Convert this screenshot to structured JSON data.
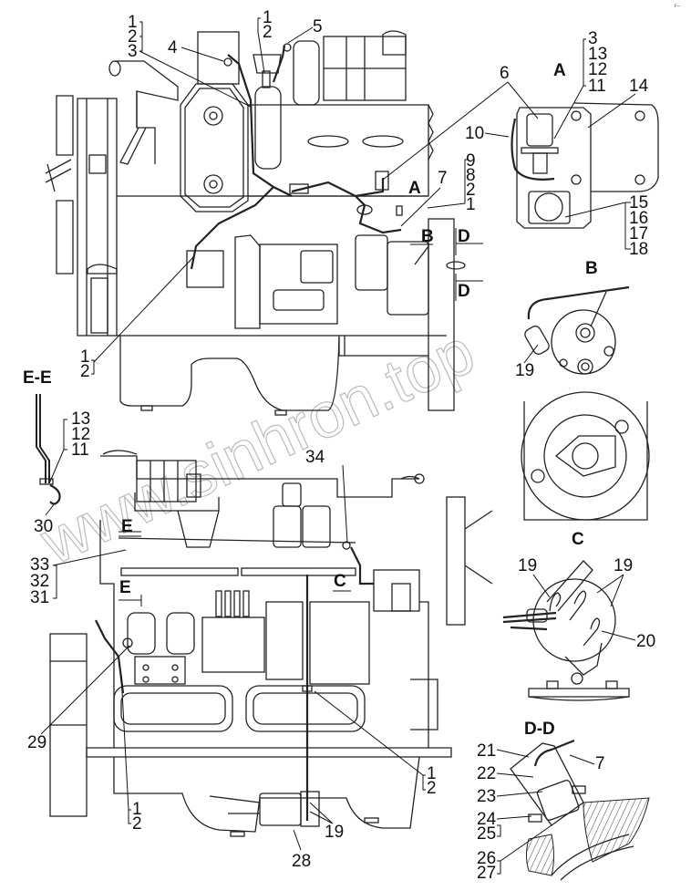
{
  "diagram": {
    "type": "engine-electrical-wiring-assembly",
    "section_labels": {
      "view_a": "A",
      "view_b": "B",
      "view_c": "C",
      "section_dd": "D-D",
      "section_ee": "E-E",
      "arrow_a": "A",
      "arrow_b": "B",
      "arrow_c": "C",
      "arrow_d_top": "D",
      "arrow_d_bottom": "D",
      "arrow_e_top": "E",
      "arrow_e_bottom": "E"
    },
    "callouts": {
      "top_left_group": [
        "1",
        "2",
        "3"
      ],
      "top_center_group": [
        "1",
        "2"
      ],
      "item_4": "4",
      "item_5": "5",
      "item_6": "6",
      "item_7": "7",
      "group_9_8_2_1": [
        "9",
        "8",
        "2",
        "1"
      ],
      "view_a_group": [
        "3",
        "13",
        "12",
        "11"
      ],
      "item_10": "10",
      "item_14": "14",
      "view_a_lower_group": [
        "15",
        "16",
        "17",
        "18"
      ],
      "left_mid_group": [
        "1",
        "2"
      ],
      "view_b_item": "19",
      "ee_group": [
        "13",
        "12",
        "11"
      ],
      "item_30": "30",
      "item_34": "34",
      "left_lower_group": [
        "33",
        "32",
        "31"
      ],
      "item_29": "29",
      "lower_left_group": [
        "1",
        "2"
      ],
      "lower_right_group": [
        "1",
        "2"
      ],
      "item_19_lower": "19",
      "item_28": "28",
      "view_c_items": [
        "19",
        "19",
        "20"
      ],
      "dd_items": [
        "21",
        "22",
        "23"
      ],
      "dd_item_7": "7",
      "dd_group_24_25": [
        "24",
        "25"
      ],
      "dd_group_26_27": [
        "26",
        "27"
      ]
    },
    "watermark": "www.sinhron.top",
    "corner_mark": "r--"
  }
}
